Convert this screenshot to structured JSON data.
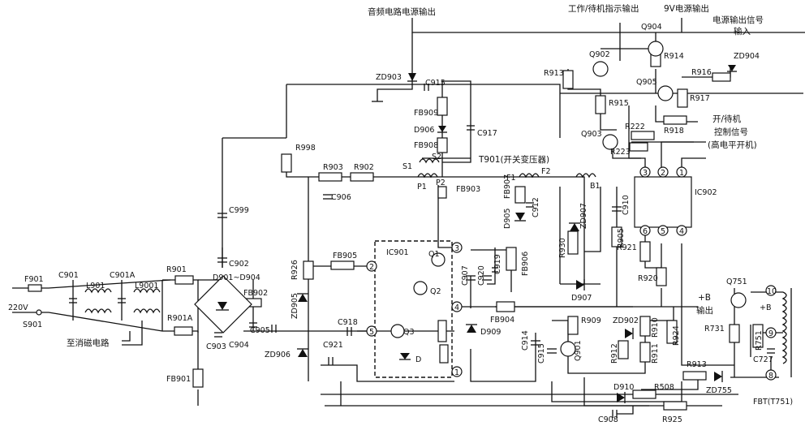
{
  "title": "",
  "signals": {
    "audio_power_out": "音频电路电源输出",
    "work_standby_out": "工作/待机指示输出",
    "v9_out": "9V电源输出",
    "power_out_signal_in_1": "电源输出信号",
    "power_out_signal_in_2": "输入",
    "on_standby_ctrl_1": "开/待机",
    "on_standby_ctrl_2": "控制信号",
    "on_standby_ctrl_3": "(高电平开机)",
    "plus_b_label": "+B",
    "plus_b_out": "输出",
    "to_degauss": "至消磁电路",
    "mains": "220V",
    "transformer": "T901(开关变压器)",
    "fbt": "FBT(T751)",
    "fbt_plus_b": "+B"
  },
  "components": {
    "F901": "F901",
    "S901": "S901",
    "C901": "C901",
    "L901": "L901",
    "C901A": "C901A",
    "L9001": "L9001",
    "R901": "R901",
    "R901A": "R901A",
    "FB901": "FB901",
    "C902": "C902",
    "bridge": "D901~D904",
    "C903": "C903",
    "C904": "C904",
    "FB902": "FB902",
    "C905": "C905",
    "C999": "C999",
    "R998": "R998",
    "ZD903": "ZD903",
    "C915": "C915",
    "FB909": "FB909",
    "D906": "D906",
    "FB908": "FB908",
    "S2": "S2",
    "S1": "S1",
    "C917": "C917",
    "R903": "R903",
    "R902": "R902",
    "C906": "C906",
    "P1": "P1",
    "P2": "P2",
    "FB903": "FB903",
    "R926": "R926",
    "ZD905": "ZD905",
    "ZD906": "ZD906",
    "FB905": "FB905",
    "IC901": "IC901",
    "Q1": "Q1",
    "Q2": "Q2",
    "Q3": "Q3",
    "D": "D",
    "pin1": "1",
    "pin2": "2",
    "pin3": "3",
    "pin4": "4",
    "pin5": "5",
    "C918": "C918",
    "C921": "C921",
    "C907": "C907",
    "C920": "C920",
    "C919": "C919",
    "FB906": "FB906",
    "D909": "D909",
    "FB904": "FB904",
    "D905": "D905",
    "FB907": "FB907",
    "F1": "F1",
    "F2": "F2",
    "C912": "C912",
    "B1": "B1",
    "ZD907": "ZD907",
    "C910": "C910",
    "R930": "R930",
    "R905": "R905",
    "D907": "D907",
    "C914": "C914",
    "C915b": "C915",
    "Q901": "Q901",
    "R909": "R909",
    "ZD902": "ZD902",
    "R910": "R910",
    "R912": "R912",
    "R911": "R911",
    "R924": "R924",
    "IC902": "IC902",
    "ic902_p1": "1",
    "ic902_p2": "2",
    "ic902_p3": "3",
    "ic902_p4": "4",
    "ic902_p5": "5",
    "ic902_p6": "6",
    "R921": "R921",
    "R920": "R920",
    "Q902": "Q902",
    "Q903": "Q903",
    "Q904": "Q904",
    "Q905": "Q905",
    "R913": "R913",
    "R914": "R914",
    "R915": "R915",
    "R916": "R916",
    "R917": "R917",
    "R918": "R918",
    "R222": "R222",
    "R223": "R223",
    "ZD904": "ZD904",
    "Q751": "Q751",
    "R731": "R731",
    "R751": "R751",
    "C727": "C727",
    "fbt_p10": "10",
    "fbt_p9": "9",
    "fbt_p8": "8",
    "R913b": "R913",
    "ZD755": "ZD755",
    "D910": "D910",
    "R508": "R508",
    "R925": "R925",
    "C908": "C908"
  }
}
